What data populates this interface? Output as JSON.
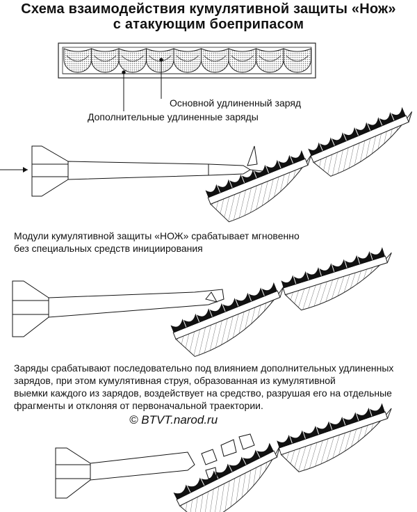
{
  "title_line1": "Схема взаимодействия кумулятивной защиты «Нож»",
  "title_line2": "с атакующим боеприпасом",
  "labels": {
    "main_charge": "Основной удлиненный заряд",
    "additional_charges": "Дополнительные удлиненные заряды"
  },
  "caption1": {
    "line1": "Модули кумулятивной защиты «НОЖ» срабатывает мгновенно",
    "line2": "без специальных средств инициирования"
  },
  "caption2": {
    "line1": "Заряды срабатывают последовательно под влиянием дополнительных удлиненных",
    "line2": "зарядов, при этом кумулятивная струя, образованная из кумулятивной",
    "line3": "выемки каждого из зарядов, воздействует на средство, разрушая его на отдельные",
    "line4": "фрагменты и отклоняя от первоначальной траектории."
  },
  "copyright": "© BTVT.narod.ru"
}
